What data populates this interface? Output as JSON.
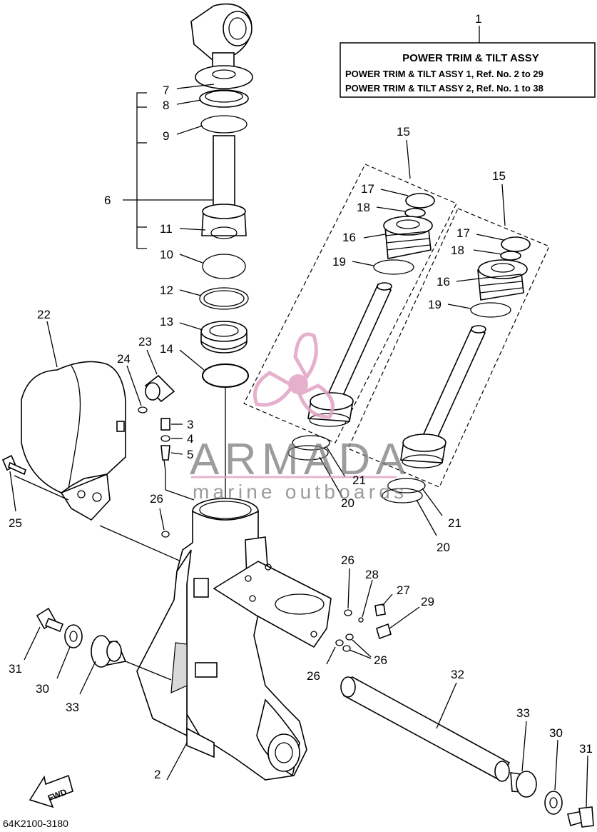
{
  "title_box": {
    "ref": "1",
    "line1": "POWER TRIM & TILT ASSY",
    "line2": "POWER TRIM & TILT ASSY 1, Ref. No. 2 to 29",
    "line3": "POWER TRIM & TILT ASSY 2, Ref. No. 1 to 38"
  },
  "watermark": {
    "brand": "ARMADA",
    "tagline": "marine outboards",
    "logo_color": "#e1a3c4"
  },
  "callouts": {
    "c2": "2",
    "c3": "3",
    "c4": "4",
    "c5": "5",
    "c6": "6",
    "c7": "7",
    "c8": "8",
    "c9": "9",
    "c10": "10",
    "c11": "11",
    "c12": "12",
    "c13": "13",
    "c14": "14",
    "c15a": "15",
    "c15b": "15",
    "c16a": "16",
    "c16b": "16",
    "c17a": "17",
    "c17b": "17",
    "c18a": "18",
    "c18b": "18",
    "c19a": "19",
    "c19b": "19",
    "c20a": "20",
    "c20b": "20",
    "c21a": "21",
    "c21b": "21",
    "c22": "22",
    "c23": "23",
    "c24": "24",
    "c25": "25",
    "c26a": "26",
    "c26b": "26",
    "c26c": "26",
    "c26d": "26",
    "c27": "27",
    "c28": "28",
    "c29": "29",
    "c30a": "30",
    "c30b": "30",
    "c31a": "31",
    "c31b": "31",
    "c32": "32",
    "c33a": "33",
    "c33b": "33"
  },
  "fwd_label": "FWD",
  "diagram_code": "64K2100-3180"
}
